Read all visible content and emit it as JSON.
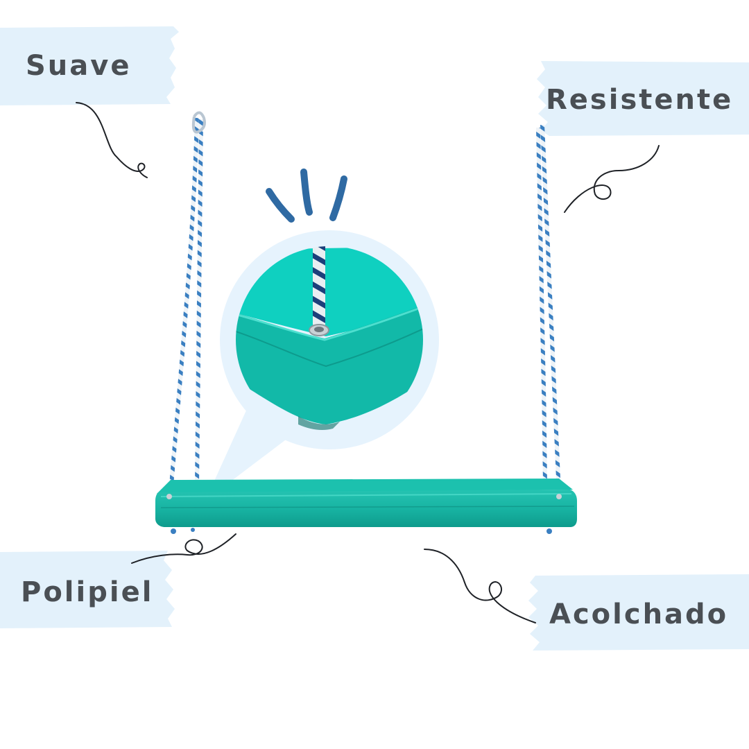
{
  "labels": {
    "suave": "Suave",
    "resistente": "Resistente",
    "polipiel": "Polipiel",
    "acolchado": "Acolchado"
  },
  "colors": {
    "seat": "#19b8a7",
    "seat_dark": "#11988a",
    "seat_light": "#2fd0bd",
    "zoom_fill": "#0fd0c0",
    "brush": "#e3f1fb",
    "bubble": "#e6f3fd",
    "text": "#4a4f54",
    "rope_blue": "#3a7fc1",
    "rope_white": "#eef3f7",
    "accent_strokes": "#2f6aa3",
    "squiggle": "#1e2126"
  },
  "icons": {
    "swing": "swing-illustration",
    "zoom": "zoom-detail-circle",
    "emphasis": "emphasis-strokes-icon"
  }
}
